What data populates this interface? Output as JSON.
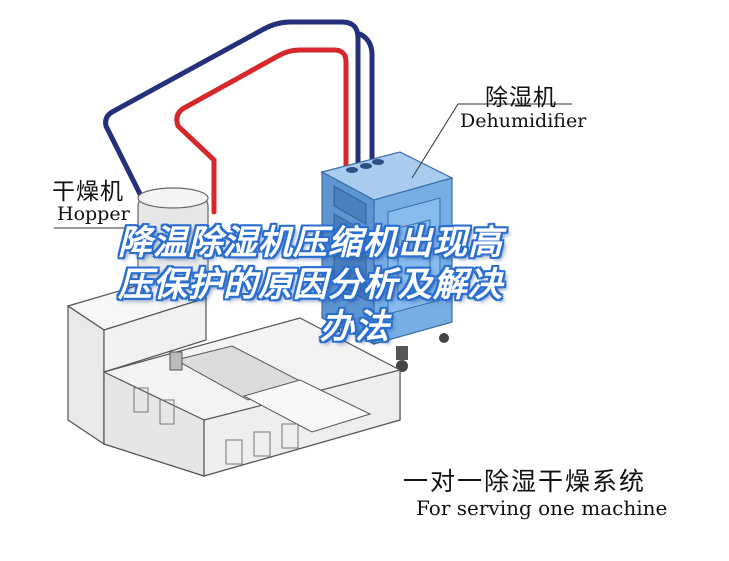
{
  "labels": {
    "dehumidifier_cn": "除湿机",
    "dehumidifier_en": "Dehumidifier",
    "hopper_cn": "干燥机",
    "hopper_en": "Hopper",
    "caption_cn": "一对一除湿干燥系统",
    "caption_en": "For serving one machine"
  },
  "overlay": {
    "line1": "降温除湿机压缩机出现高",
    "line2": "压保护的原因分析及解决",
    "line3": "办法"
  },
  "colors": {
    "hose_supply": "#d6272b",
    "hose_return": "#24307a",
    "dehumidifier_body": "#6ea3dd",
    "machine_body": "#f2f2f2",
    "title_outline": "#2a6fd0"
  }
}
